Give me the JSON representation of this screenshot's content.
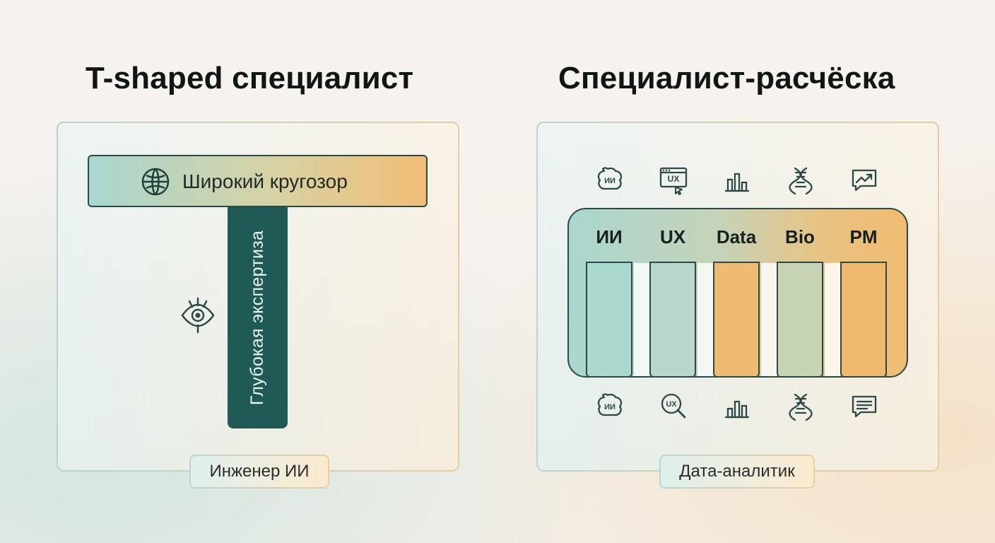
{
  "left": {
    "title": "T-shaped специалист",
    "top_label": "Широкий кругозор",
    "stem_label": "Глубокая экспертиза",
    "footer_label": "Инженер ИИ",
    "icons": {
      "top": "globe-icon",
      "stem": "eye-icon"
    }
  },
  "right": {
    "title": "Специалист-расчёска",
    "categories": [
      "ИИ",
      "UX",
      "Data",
      "Bio",
      "PM"
    ],
    "footer_label": "Дата-аналитик",
    "top_icons": [
      "brain-ai-icon",
      "ux-browser-icon",
      "bar-chart-icon",
      "dna-icon",
      "trend-chat-icon"
    ],
    "bottom_icons": [
      "brain-ai-icon",
      "ux-search-icon",
      "bar-chart-icon",
      "dna-icon",
      "chat-lines-icon"
    ],
    "icon_texts": {
      "brain": "ИИ",
      "ux": "UX"
    },
    "tooth_colors": [
      "#a9d8cf",
      "#b8d6c9",
      "#efbb72",
      "#c7d4b3",
      "#efb86d"
    ]
  },
  "colors": {
    "ink": "#101614",
    "teal_dark": "#1f5a57",
    "teal": "#a9d8cf",
    "orange": "#efbb72",
    "stroke": "#2b4a47"
  }
}
